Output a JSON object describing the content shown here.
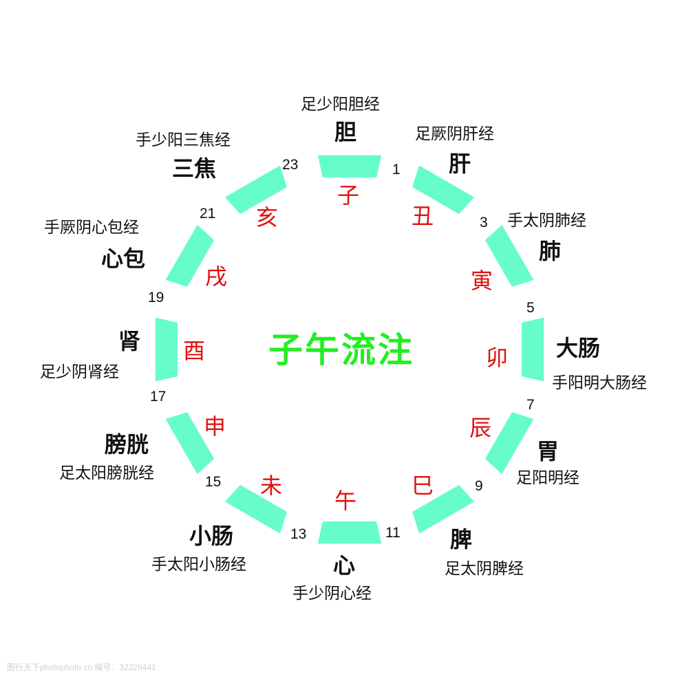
{
  "title": "子午流注",
  "colors": {
    "segment": "#66fccc",
    "branch": "#e01010",
    "title": "#22ee22",
    "text": "#111111"
  },
  "segments": [
    {
      "branch": "子",
      "angle": 0,
      "organ": "胆",
      "meridian": "足少阳胆经"
    },
    {
      "branch": "丑",
      "angle": 30,
      "organ": "肝",
      "meridian": "足厥阴肝经"
    },
    {
      "branch": "寅",
      "angle": 60,
      "organ": "肺",
      "meridian": "手太阴肺经"
    },
    {
      "branch": "卯",
      "angle": 90,
      "organ": "大肠",
      "meridian": "手阳明大肠经"
    },
    {
      "branch": "辰",
      "angle": 120,
      "organ": "胃",
      "meridian": "足阳明经"
    },
    {
      "branch": "巳",
      "angle": 150,
      "organ": "脾",
      "meridian": "足太阴脾经"
    },
    {
      "branch": "午",
      "angle": 180,
      "organ": "心",
      "meridian": "手少阴心经"
    },
    {
      "branch": "未",
      "angle": 210,
      "organ": "小肠",
      "meridian": "手太阳小肠经"
    },
    {
      "branch": "申",
      "angle": 240,
      "organ": "膀胱",
      "meridian": "足太阳膀胱经"
    },
    {
      "branch": "酉",
      "angle": 270,
      "organ": "肾",
      "meridian": "足少阴肾经"
    },
    {
      "branch": "戌",
      "angle": 300,
      "organ": "心包",
      "meridian": "手厥阴心包经"
    },
    {
      "branch": "亥",
      "angle": 330,
      "organ": "三焦",
      "meridian": "手少阳三焦经"
    }
  ],
  "hours": [
    "1",
    "3",
    "5",
    "7",
    "9",
    "11",
    "13",
    "15",
    "17",
    "19",
    "21",
    "23"
  ],
  "watermark": "图行天下photophoto.cn  编号：32228441"
}
